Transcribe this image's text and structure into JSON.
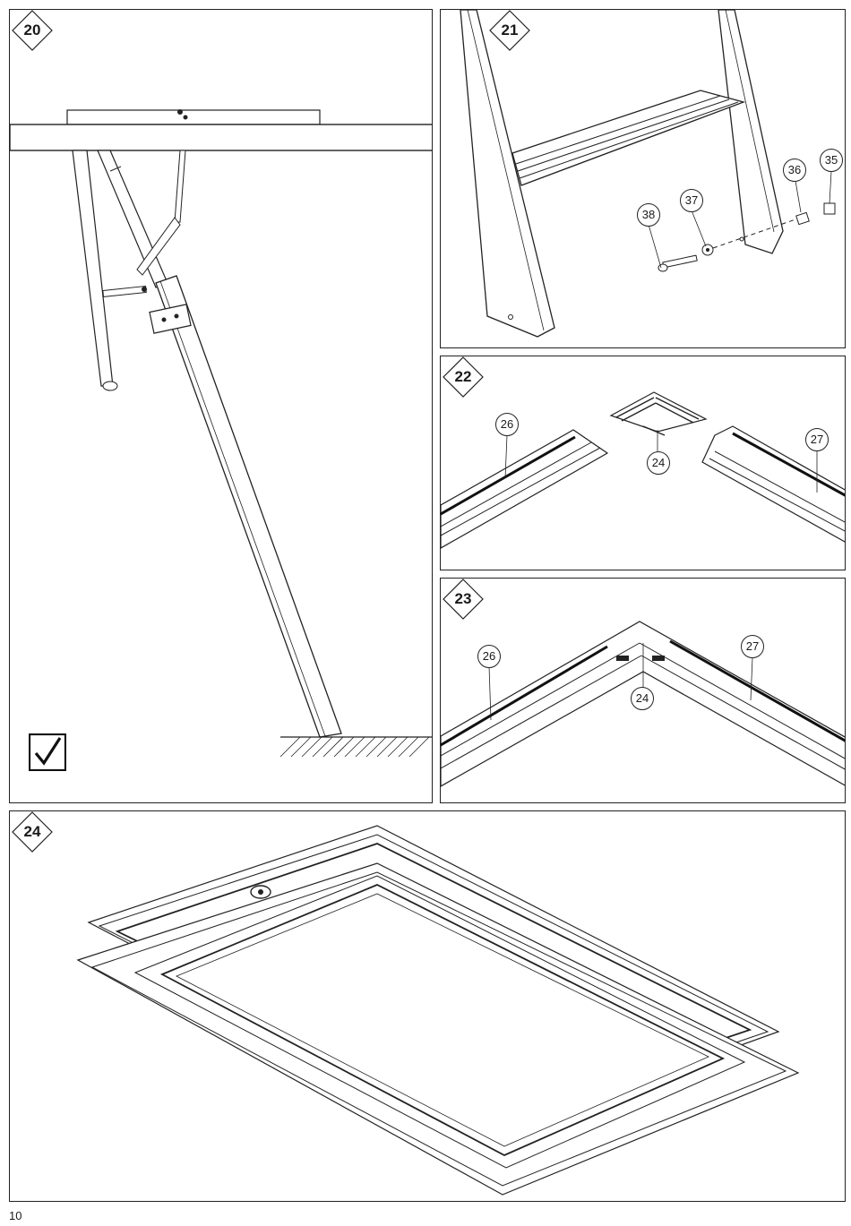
{
  "page": {
    "number": "10"
  },
  "steps": [
    {
      "num": "20",
      "callouts": [],
      "has_check": true
    },
    {
      "num": "21",
      "callouts": [
        "35",
        "36",
        "37",
        "38"
      ]
    },
    {
      "num": "22",
      "callouts": [
        "26",
        "24",
        "27"
      ]
    },
    {
      "num": "23",
      "callouts": [
        "26",
        "27",
        "24"
      ]
    },
    {
      "num": "24",
      "callouts": []
    }
  ],
  "icons": {
    "check": "checkbox-check-icon",
    "badge": "diamond-step-badge"
  }
}
